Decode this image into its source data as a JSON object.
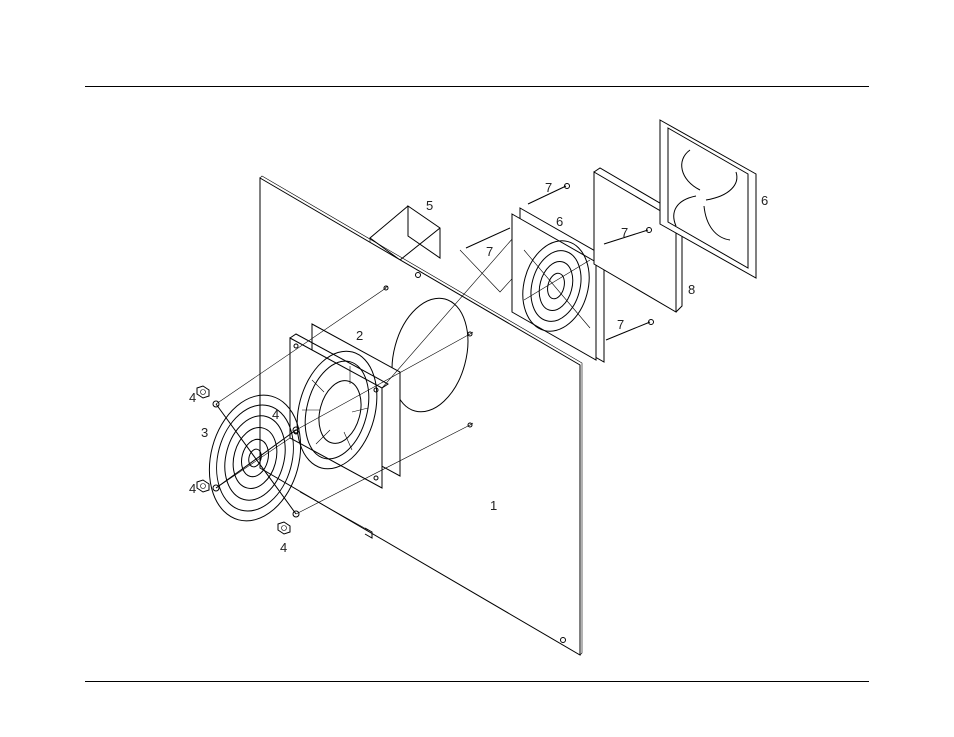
{
  "diagram": {
    "callouts": [
      "1",
      "2",
      "3",
      "4",
      "4",
      "4",
      "4",
      "5",
      "6",
      "6",
      "7",
      "7",
      "7",
      "7",
      "8"
    ]
  }
}
